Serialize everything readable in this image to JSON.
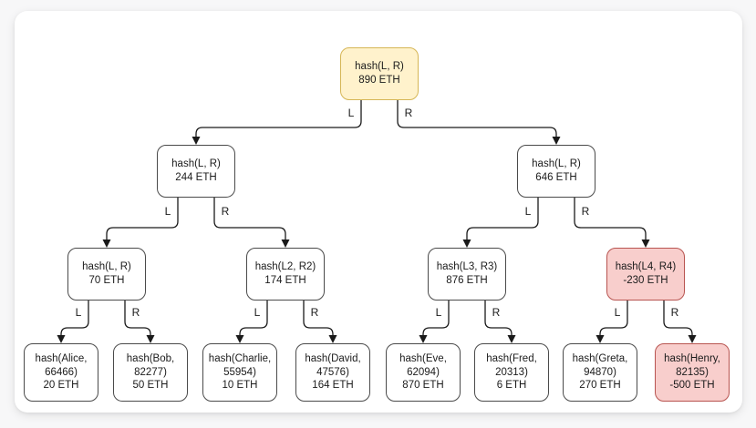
{
  "edge_labels": {
    "left": "L",
    "right": "R"
  },
  "tree": {
    "root": {
      "hash": "hash(L, R)",
      "value": "890 ETH",
      "highlight": "yellow"
    },
    "internal": [
      {
        "hash": "hash(L, R)",
        "value": "244 ETH"
      },
      {
        "hash": "hash(L, R)",
        "value": "646 ETH"
      },
      {
        "hash": "hash(L, R)",
        "value": "70 ETH"
      },
      {
        "hash": "hash(L2, R2)",
        "value": "174 ETH"
      },
      {
        "hash": "hash(L3, R3)",
        "value": "876 ETH"
      },
      {
        "hash": "hash(L4, R4)",
        "value": "-230 ETH",
        "highlight": "red"
      }
    ],
    "leaves": [
      {
        "hash_line1": "hash(Alice,",
        "hash_line2": "66466)",
        "value": "20 ETH"
      },
      {
        "hash_line1": "hash(Bob,",
        "hash_line2": "82277)",
        "value": "50 ETH"
      },
      {
        "hash_line1": "hash(Charlie,",
        "hash_line2": "55954)",
        "value": "10 ETH"
      },
      {
        "hash_line1": "hash(David,",
        "hash_line2": "47576)",
        "value": "164 ETH"
      },
      {
        "hash_line1": "hash(Eve,",
        "hash_line2": "62094)",
        "value": "870 ETH"
      },
      {
        "hash_line1": "hash(Fred,",
        "hash_line2": "20313)",
        "value": "6 ETH"
      },
      {
        "hash_line1": "hash(Greta,",
        "hash_line2": "94870)",
        "value": "270 ETH"
      },
      {
        "hash_line1": "hash(Henry,",
        "hash_line2": "82135)",
        "value": "-500 ETH",
        "highlight": "red"
      }
    ]
  },
  "colors": {
    "root_fill": "#FFF2CC",
    "root_border": "#D6B656",
    "negative_fill": "#F8CECC",
    "negative_border": "#B85450",
    "node_fill": "#FFFFFF",
    "node_border": "#4A4A4A",
    "edge_stroke": "#1A1A1A",
    "card_background": "#FFFFFF",
    "page_background": "#F7F7F8"
  }
}
